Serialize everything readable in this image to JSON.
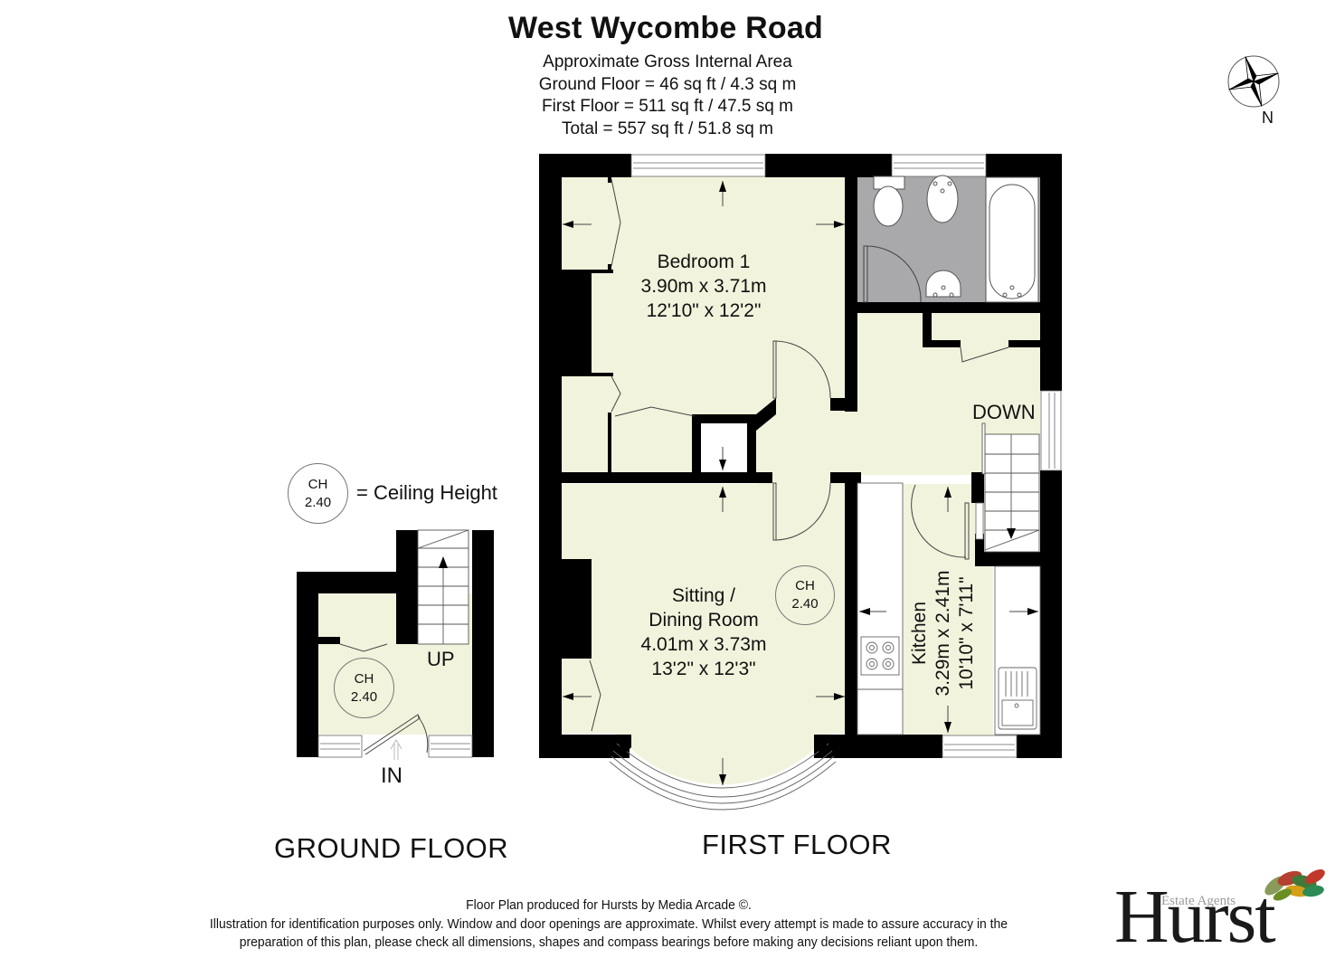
{
  "header": {
    "title": "West Wycombe Road",
    "area_heading": "Approximate Gross Internal Area",
    "ground_floor_area": "Ground Floor = 46 sq ft / 4.3 sq m",
    "first_floor_area": "First Floor = 511 sq ft / 47.5 sq m",
    "total_area": "Total = 557 sq ft / 51.8 sq m"
  },
  "compass": {
    "icon": "compass-rose-icon",
    "label": "N"
  },
  "legend": {
    "badge_line1": "CH",
    "badge_line2": "2.40",
    "text": "= Ceiling Height"
  },
  "ground_floor": {
    "label": "GROUND FLOOR",
    "ceiling_badge": {
      "line1": "CH",
      "line2": "2.40"
    },
    "stairs_label": "UP",
    "entrance_label": "IN"
  },
  "first_floor": {
    "label": "FIRST FLOOR",
    "rooms": [
      {
        "name": "Bedroom 1",
        "metric": "3.90m x 3.71m",
        "imperial": "12'10\" x 12'2\""
      },
      {
        "name_line1": "Sitting /",
        "name_line2": "Dining Room",
        "metric": "4.01m x 3.73m",
        "imperial": "13'2\" x 12'3\""
      },
      {
        "name": "Kitchen",
        "metric": "3.29m x 2.41m",
        "imperial": "10'10\" x 7'11\""
      }
    ],
    "ceiling_badge": {
      "line1": "CH",
      "line2": "2.40"
    },
    "stairs_label": "DOWN"
  },
  "colors": {
    "room_fill": "#f2f3dc",
    "wall": "#000000",
    "bathroom_fill": "#a9a9ac",
    "fixture_fill": "#ffffff"
  },
  "footer": {
    "line1": "Floor Plan produced for Hursts by Media Arcade ©.",
    "line2": "Illustration for identification purposes only. Window and door openings are approximate. Whilst every attempt is made to assure accuracy in the",
    "line3": "preparation of this plan, please check all dimensions, shapes and compass bearings before making any decisions reliant upon them."
  },
  "logo": {
    "word": "Hurst",
    "subtitle": "Estate Agents",
    "icon": "leaves-logo-icon"
  }
}
